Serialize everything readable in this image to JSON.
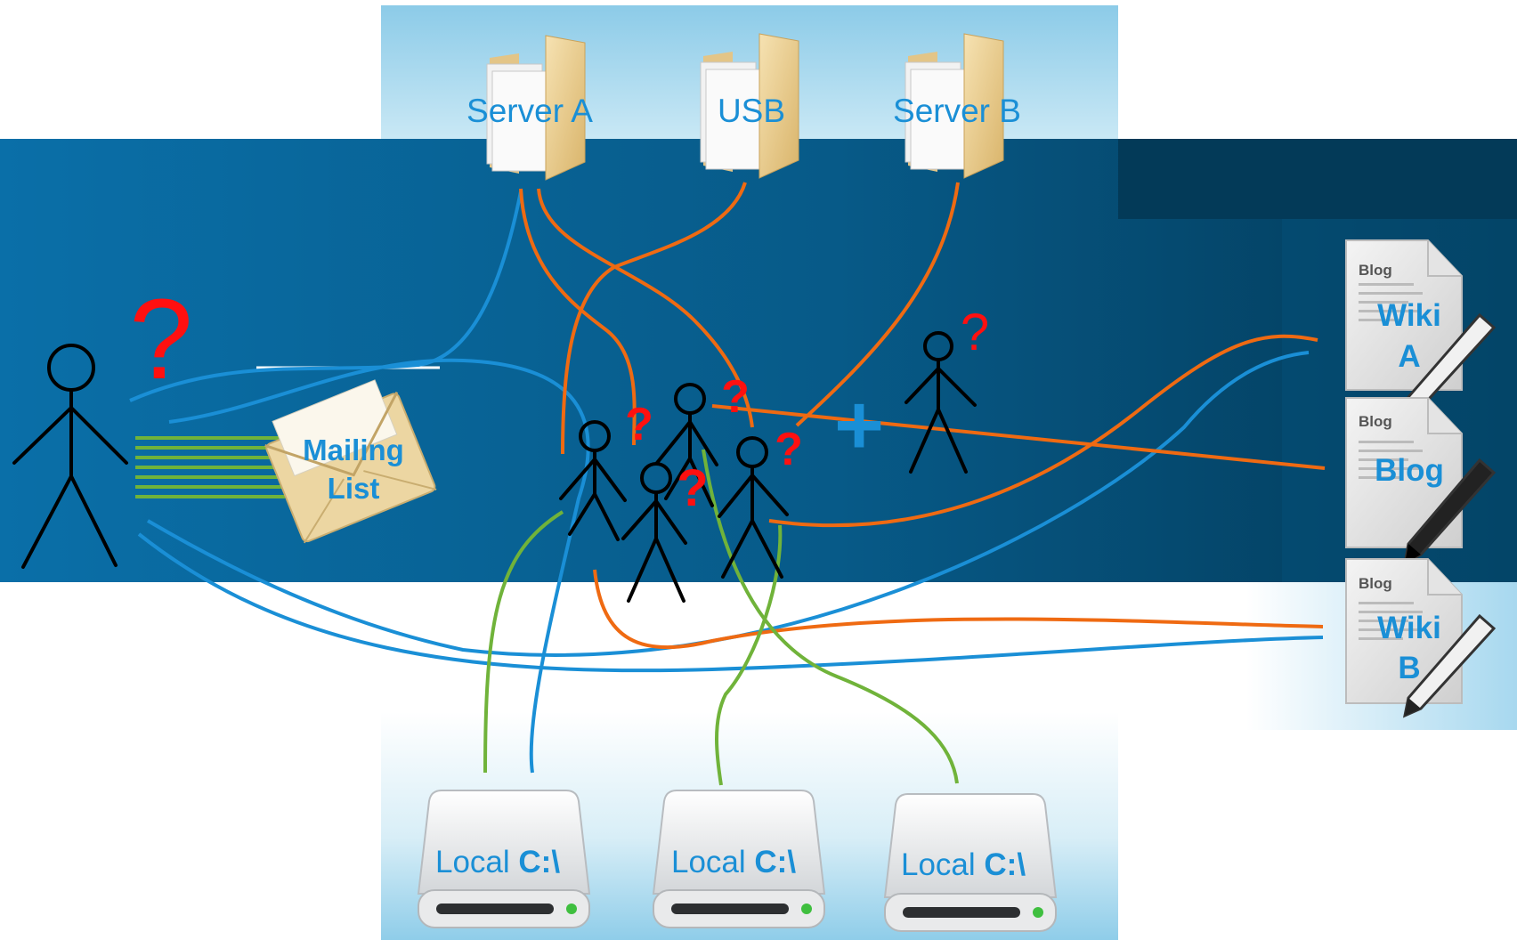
{
  "colors": {
    "band_blue": "#0a6aa0",
    "band_dark": "#033d5c",
    "sky": "#8fcde9",
    "label_blue": "#1a8fd6",
    "orange": "#ef6a12",
    "line_blue": "#1a8fd6",
    "green": "#70b33a",
    "question": "#ff1010"
  },
  "servers": {
    "server_a": "Server A",
    "usb": "USB",
    "server_b": "Server B"
  },
  "mailing_list": {
    "line1": "Mailing",
    "line2": "List"
  },
  "docs": {
    "header": "Blog",
    "wiki_a": {
      "line1": "Wiki",
      "line2": "A"
    },
    "blog": {
      "line1": "Blog"
    },
    "wiki_b": {
      "line1": "Wiki",
      "line2": "B"
    }
  },
  "drives": {
    "prefix": "Local",
    "path": "C:\\"
  },
  "symbols": {
    "question": "?",
    "plus": "+"
  },
  "icons": [
    "folder-icon",
    "envelope-icon",
    "blog-document-icon",
    "pencil-icon",
    "hard-drive-icon",
    "stick-figure-icon",
    "question-mark-icon",
    "plus-icon"
  ]
}
